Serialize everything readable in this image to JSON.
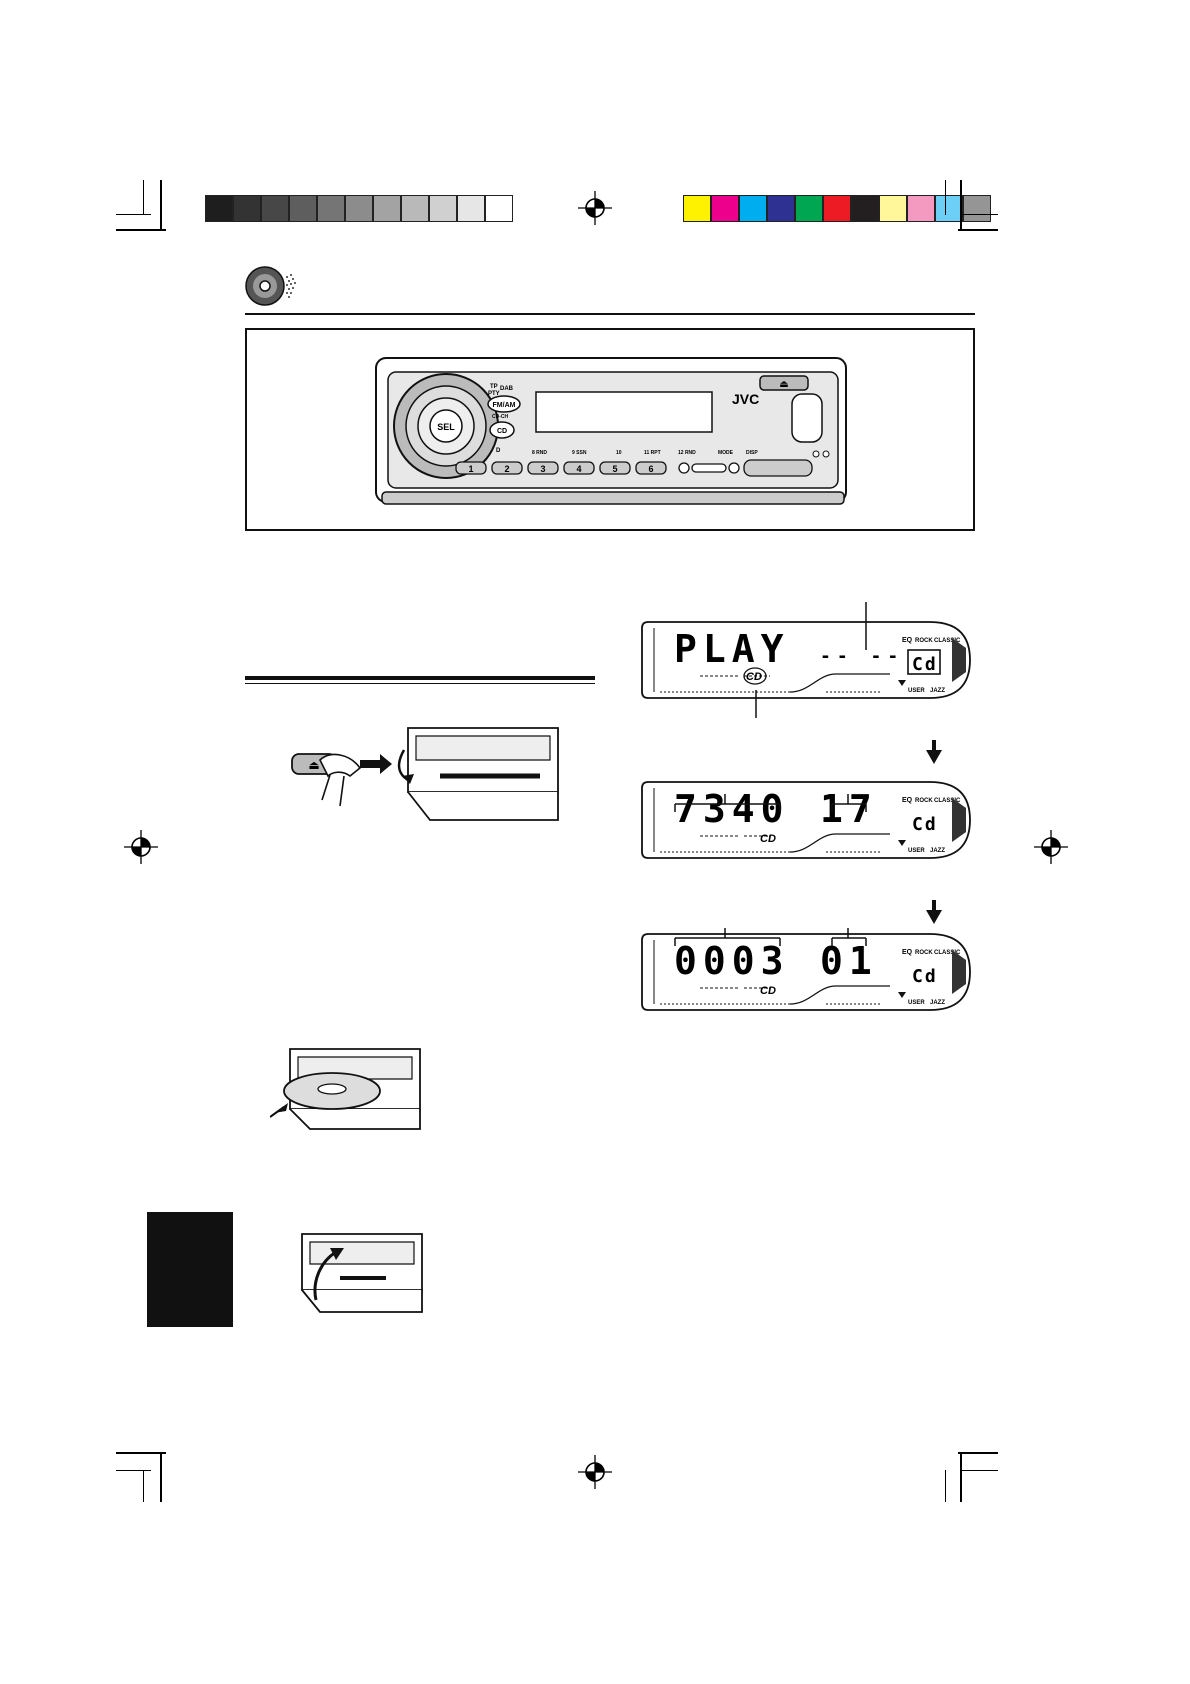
{
  "colors": {
    "grayscale": [
      "#1e1e1e",
      "#333333",
      "#474747",
      "#5e5e5e",
      "#757575",
      "#8c8c8c",
      "#a3a3a3",
      "#b9b9b9",
      "#d0d0d0",
      "#e6e6e6",
      "#ffffff"
    ],
    "process": [
      "#fff200",
      "#ec008c",
      "#00aeef",
      "#2e3192",
      "#00a651",
      "#ed1c24",
      "#231f20",
      "#fff799",
      "#f49ac1",
      "#6dcff6",
      "#959595"
    ],
    "ink": "#111111"
  },
  "faceplate": {
    "brand": "JVC",
    "sel_label": "SEL",
    "fmam_label": "FM/AM",
    "cd_label": "CD",
    "dab_label": "DAB",
    "cdch_label": "CD-CH",
    "tp_label": "TP",
    "pty_label": "PTY",
    "d_label": "D",
    "preset_labels": [
      "1",
      "2",
      "3",
      "4",
      "5",
      "6"
    ],
    "preset_captions": [
      "8 RND",
      "9 SSN",
      "10",
      "11 RPT",
      "12 RND"
    ],
    "mode_label": "MODE",
    "disp_label": "DISP",
    "eject_symbol": "⏏"
  },
  "displays": [
    {
      "main": "PLAY",
      "right": "-- --",
      "source": "Cd",
      "cd_logo": "CD"
    },
    {
      "main": "7340",
      "right": "17",
      "source": "Cd",
      "cd_logo": "CD"
    },
    {
      "main": "0003",
      "right": "01",
      "source": "Cd",
      "cd_logo": "CD"
    }
  ],
  "eq_labels": {
    "eq": "EQ",
    "rock": "ROCK",
    "classic": "CLASSIC",
    "user": "USER",
    "jazz": "JAZZ"
  }
}
